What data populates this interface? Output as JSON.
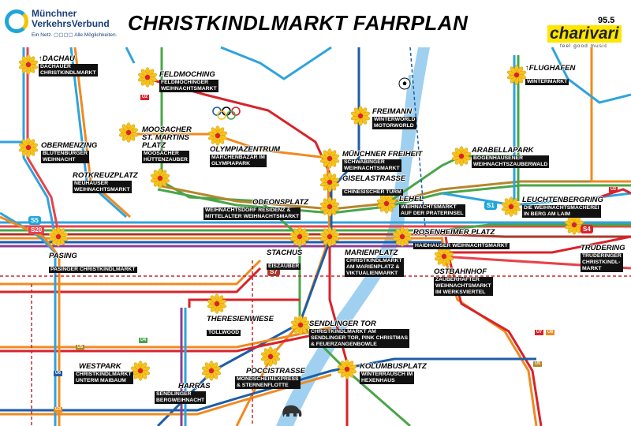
{
  "title": "CHRISTKINDLMARKT FAHRPLAN",
  "logos": {
    "mvv_name": "Münchner\nVerkehrsVerbund",
    "mvv_tagline": "Ein Netz. ▢▢▢▢ Alle Möglichkeiten.",
    "charivari_freq": "95.5",
    "charivari_name": "charivari",
    "charivari_slogan": "feel good music"
  },
  "colors": {
    "title": "#000000",
    "flower": "#f6c21c",
    "flower_center": "#d9222a",
    "label_box": "#111111",
    "river": "#9fd0ef",
    "s_line": "#2fa3dc",
    "u_line_red": "#d9222a",
    "u_line_orange": "#f08a1f",
    "u_line_green": "#4aa548",
    "u_line_blue": "#1c5ea8",
    "tram": "#c2282e"
  },
  "stations": [
    {
      "name": "↑DACHAU",
      "market": "DACHAUER\nCHRISTKINDLMARKT"
    },
    {
      "name": "FELDMOCHING",
      "market": "FELDMOCHINGER\nWEIHNACHTSMARKT"
    },
    {
      "name": "OBERMENZING",
      "market": "BLUTENBURGER\nWEIHNACHT"
    },
    {
      "name": "MOOSACHER\nST. MARTINS\nPLATZ",
      "market": "MOOSACHER\nHÜTTENZAUBER"
    },
    {
      "name": "OLYMPIAZENTRUM",
      "market": "MÄRCHENBAZAR IM\nOLYMPIAPARK"
    },
    {
      "name": "ROTKREUZPLATZ",
      "market": "NEUHAUSER\nWEIHNACHTSMARKT"
    },
    {
      "name": "FREIMANN",
      "market": "WINTERWORLD\nMOTORWORLD"
    },
    {
      "name": "↑FLUGHAFEN",
      "market": "WINTERMARKT"
    },
    {
      "name": "MÜNCHNER FREIHEIT",
      "market": "SCHWABINGER\nWEIHNACHTSMARKT"
    },
    {
      "name": "GISELASTRASSE",
      "market": "CHINESISCHER TURM"
    },
    {
      "name": "ARABELLAPARK",
      "market": "BOGENHAUSENER\nWEIHNACHTSZAUBERWALD"
    },
    {
      "name": "ODEONSPLATZ",
      "market": "WEIHNACHTSDORF RESIDENZ &\nMITTELALTER WEIHNACHTSMARKT"
    },
    {
      "name": "LEHEL",
      "market": "WEIHNACHTSMARKT\nAUF DER PRATERINSEL"
    },
    {
      "name": "LEUCHTENBERGRING",
      "market": "DIE WEIHNACHTSMACHEREI\nIN BERG AM LAIM"
    },
    {
      "name": "PASING",
      "market": "PASINGER CHRISTKINDLMARKT"
    },
    {
      "name": "STACHUS",
      "market": "EISZAUBER"
    },
    {
      "name": "MARIENPLATZ",
      "market": "CHRISTKINDLMARKT\nAM MARIENPLATZ &\nVIKTUALIENMARKT"
    },
    {
      "name": "ROSENHEIMER PLATZ",
      "market": "HAIDHAUSER WEIHNACHTSMARKT"
    },
    {
      "name": "TRUDERING",
      "market": "TRUDERINGER\nCHRISTKINDL-\nMARKT"
    },
    {
      "name": "OSTBAHNHOF",
      "market": "ZAUBERHAFTER\nWEIHNACHTSMARKT\nIM WERKSVIERTEL"
    },
    {
      "name": "THERESIENWIESE",
      "market": "TOLLWOOD"
    },
    {
      "name": "SENDLINGER TOR",
      "market": "CHRISTKINDLMARKT AM\nSENDLINGER TOR, PINK CHRISTMAS\n& FEUERZANGENBOWLE"
    },
    {
      "name": "WESTPARK",
      "market": "CHRISTKINDLMARKT\nUNTERM MAIBAUM"
    },
    {
      "name": "HARRAS",
      "market": "SENDLINGER\nBERGWEIHNACHT"
    },
    {
      "name": "POCCISTRASSE",
      "market": "MONDSCHEINEXPRESS\n& STERNENFLOTTE"
    },
    {
      "name": "KOLUMBUSPLATZ",
      "market": "WINTERRAUSCH IM\nHEXENHAUS"
    }
  ],
  "line_badges": [
    {
      "label": "S5",
      "color": "#1ea6d9"
    },
    {
      "label": "S20",
      "color": "#e8424b"
    },
    {
      "label": "S1",
      "color": "#1ea6d9"
    },
    {
      "label": "S4",
      "color": "#d9222a"
    },
    {
      "label": "S7",
      "color": "#a63a2c"
    },
    {
      "label": "U2",
      "color": "#d9222a"
    },
    {
      "label": "U4",
      "color": "#4aa548"
    },
    {
      "label": "U5",
      "color": "#b5862c"
    },
    {
      "label": "U6",
      "color": "#1c5ea8"
    },
    {
      "label": "U3",
      "color": "#f08a1f"
    },
    {
      "label": "U7",
      "color": "#d9222a"
    },
    {
      "label": "U8",
      "color": "#f08a1f"
    }
  ],
  "icons": [
    "flower-icon",
    "olympic-rings-icon",
    "football-icon",
    "elephant-icon"
  ]
}
